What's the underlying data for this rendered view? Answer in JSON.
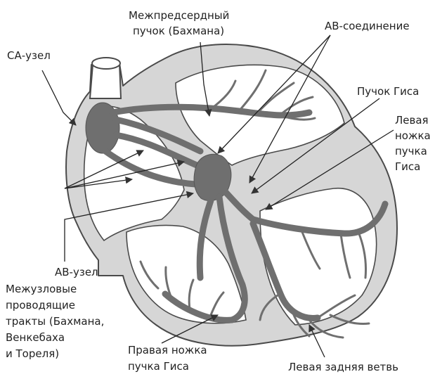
{
  "labels": {
    "sa_node": "СА-узел",
    "bachmann_1": "Межпредсердный",
    "bachmann_2": "пучок (Бахмана)",
    "av_junction": "АВ-соединение",
    "his_bundle": "Пучок Гиса",
    "left_branch_1": "Левая",
    "left_branch_2": "ножка",
    "left_branch_3": "пучка",
    "left_branch_4": "Гиса",
    "av_node": "АВ-узел",
    "internodal_1": "Межузловые",
    "internodal_2": "проводящие",
    "internodal_3": "тракты (Бахмана,",
    "internodal_4": "Венкебаха",
    "internodal_5": "и Тореля)",
    "right_branch_1": "Правая ножка",
    "right_branch_2": "пучка Гиса",
    "left_posterior": "Левая задняя ветвь"
  },
  "colors": {
    "wall": "#d6d6d6",
    "conduction": "#6f6f6f",
    "outline": "#4a4a4a",
    "text": "#222222"
  }
}
